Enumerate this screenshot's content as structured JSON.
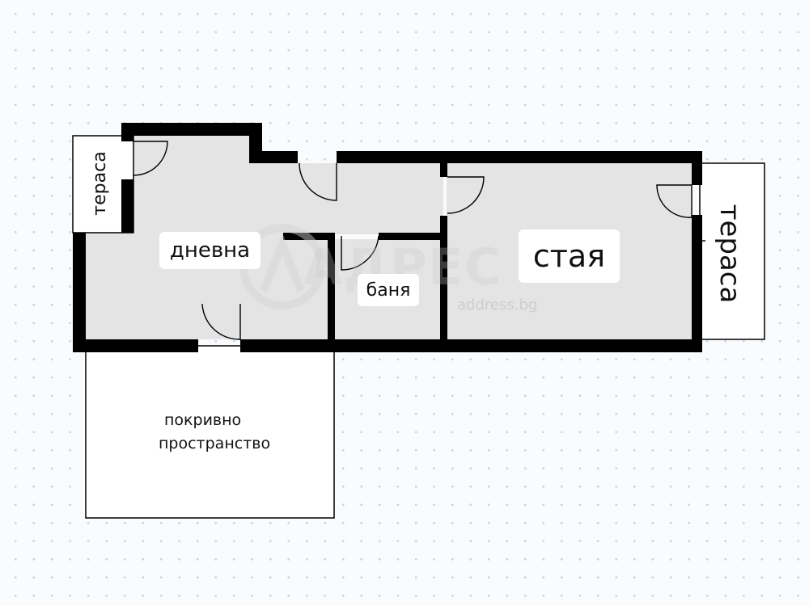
{
  "floorplan": {
    "rooms": {
      "living": {
        "label": "дневна"
      },
      "bath": {
        "label": "баня"
      },
      "bedroom": {
        "label": "стая"
      },
      "terrace_left": {
        "label": "тераса"
      },
      "terrace_right": {
        "label": "тераса"
      },
      "roof_space": {
        "line1": "покривно",
        "line2": "пространство"
      }
    }
  },
  "watermark": {
    "brand": "АДРЕС",
    "site": "address.bg"
  },
  "colors": {
    "wall": "#000000",
    "room_fill": "#e4e4e4",
    "background": "#fafbfd",
    "grid_dot": "#c9d3e0"
  }
}
